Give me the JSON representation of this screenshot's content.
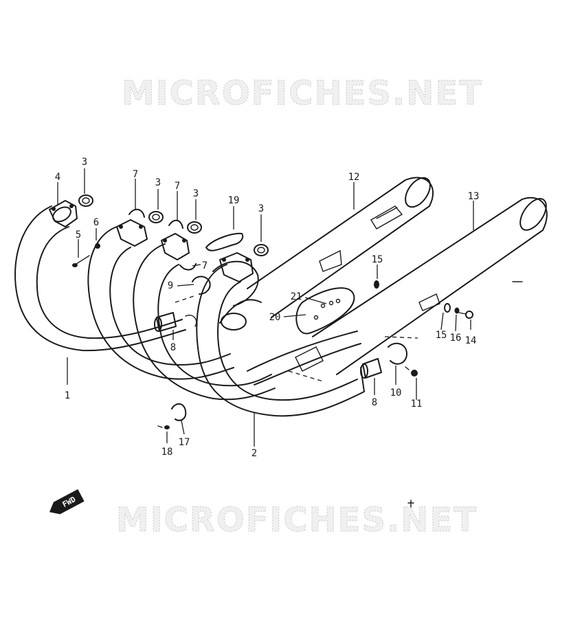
{
  "watermark": {
    "text": "MICROFICHES.NET"
  },
  "direction_marker": {
    "text": "FWD"
  },
  "part_callouts": [
    {
      "id": "c1",
      "number": "1"
    },
    {
      "id": "c2",
      "number": "2"
    },
    {
      "id": "c3a",
      "number": "3"
    },
    {
      "id": "c3b",
      "number": "3"
    },
    {
      "id": "c3c",
      "number": "3"
    },
    {
      "id": "c3d",
      "number": "3"
    },
    {
      "id": "c4",
      "number": "4"
    },
    {
      "id": "c5",
      "number": "5"
    },
    {
      "id": "c6",
      "number": "6"
    },
    {
      "id": "c7a",
      "number": "7"
    },
    {
      "id": "c7b",
      "number": "7"
    },
    {
      "id": "c7c",
      "number": "7"
    },
    {
      "id": "c8a",
      "number": "8"
    },
    {
      "id": "c8b",
      "number": "8"
    },
    {
      "id": "c9",
      "number": "9"
    },
    {
      "id": "c10",
      "number": "10"
    },
    {
      "id": "c11",
      "number": "11"
    },
    {
      "id": "c12",
      "number": "12"
    },
    {
      "id": "c13",
      "number": "13"
    },
    {
      "id": "c14",
      "number": "14"
    },
    {
      "id": "c15a",
      "number": "15"
    },
    {
      "id": "c15b",
      "number": "15"
    },
    {
      "id": "c16",
      "number": "16"
    },
    {
      "id": "c17",
      "number": "17"
    },
    {
      "id": "c18",
      "number": "18"
    },
    {
      "id": "c19",
      "number": "19"
    },
    {
      "id": "c20",
      "number": "20"
    },
    {
      "id": "c21",
      "number": "21"
    }
  ]
}
